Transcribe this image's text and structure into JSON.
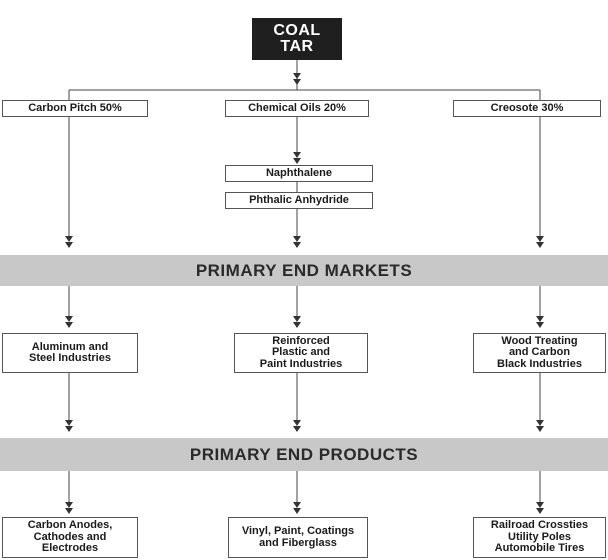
{
  "root": {
    "lines": [
      "COAL",
      "TAR"
    ]
  },
  "fractions": [
    {
      "label": "Carbon Pitch 50%"
    },
    {
      "label": "Chemical Oils 20%"
    },
    {
      "label": "Creosote 30%"
    }
  ],
  "derivatives": [
    {
      "label": "Naphthalene"
    },
    {
      "label": "Phthalic Anhydride"
    }
  ],
  "bands": {
    "markets": "PRIMARY END MARKETS",
    "products": "PRIMARY END PRODUCTS"
  },
  "markets": [
    {
      "lines": [
        "Aluminum and",
        "Steel Industries"
      ]
    },
    {
      "lines": [
        "Reinforced",
        "Plastic and",
        "Paint Industries"
      ]
    },
    {
      "lines": [
        "Wood Treating",
        "and Carbon",
        "Black Industries"
      ]
    }
  ],
  "products": [
    {
      "lines": [
        "Carbon Anodes,",
        "Cathodes and",
        "Electrodes"
      ]
    },
    {
      "lines": [
        "Vinyl, Paint, Coatings",
        "and Fiberglass"
      ]
    },
    {
      "lines": [
        "Railroad Crossties",
        "Utility Poles",
        "Automobile Tires"
      ]
    }
  ]
}
